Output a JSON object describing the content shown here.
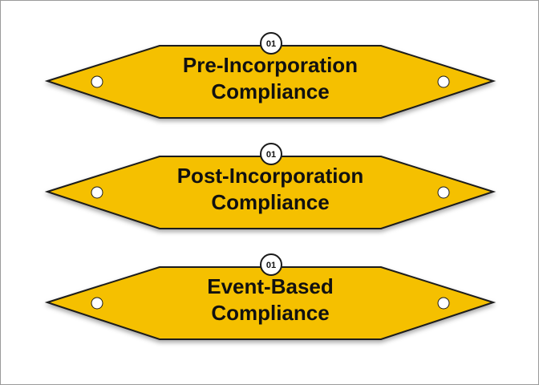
{
  "colors": {
    "banner_fill": "#f5c000",
    "banner_stroke": "#1a1a1a",
    "badge_fill": "#ffffff",
    "hole_fill": "#ffffff",
    "border": "#9a9a9a"
  },
  "banners": [
    {
      "badge": "01",
      "line1": "Pre-Incorporation",
      "line2": "Compliance"
    },
    {
      "badge": "01",
      "line1": "Post-Incorporation",
      "line2": "Compliance"
    },
    {
      "badge": "01",
      "line1": "Event-Based",
      "line2": "Compliance"
    }
  ]
}
